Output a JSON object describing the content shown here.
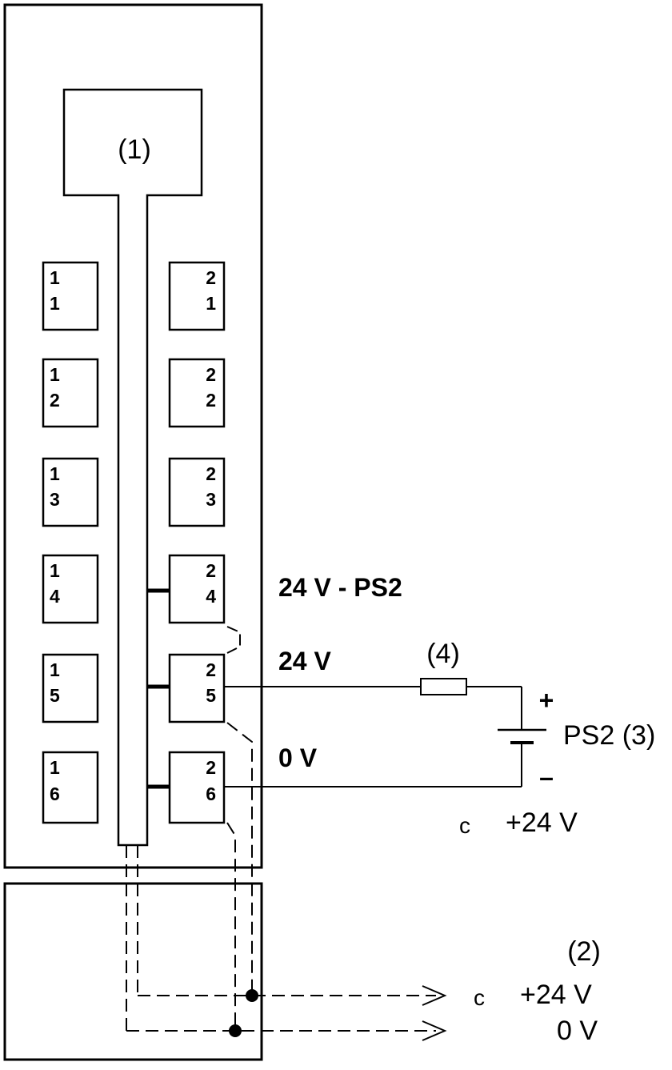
{
  "callouts": {
    "module": "(1)",
    "base": "(2)",
    "fuse": "(4)"
  },
  "terminals": [
    {
      "l1": "1",
      "l2": "1"
    },
    {
      "l1": "1",
      "l2": "2"
    },
    {
      "l1": "1",
      "l2": "3"
    },
    {
      "l1": "1",
      "l2": "4"
    },
    {
      "l1": "1",
      "l2": "5"
    },
    {
      "l1": "1",
      "l2": "6"
    },
    {
      "l1": "2",
      "l2": "1"
    },
    {
      "l1": "2",
      "l2": "2"
    },
    {
      "l1": "2",
      "l2": "3"
    },
    {
      "l1": "2",
      "l2": "4"
    },
    {
      "l1": "2",
      "l2": "5"
    },
    {
      "l1": "2",
      "l2": "6"
    }
  ],
  "wire_labels": {
    "ps2_24v": "24 V - PS2",
    "v24": "24 V",
    "v0": "0 V"
  },
  "power_supply": {
    "label": "PS2 (3)",
    "plus": "+",
    "minus": "–"
  },
  "outputs": {
    "module_plus": {
      "symbol": "c",
      "label": "+24 V"
    },
    "base_plus": {
      "symbol": "c",
      "label": "+24 V"
    },
    "base_zero": {
      "label": "0 V"
    }
  },
  "colors": {
    "line": "#000000",
    "background": "#ffffff"
  }
}
